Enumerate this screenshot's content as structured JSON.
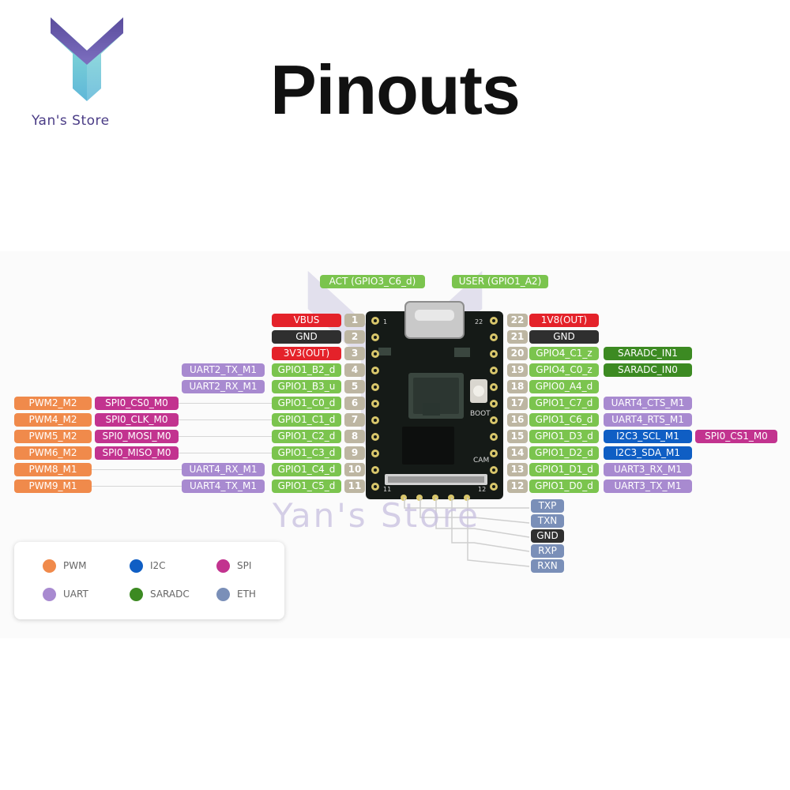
{
  "title": "Pinouts",
  "brand": {
    "name": "Yan's Store",
    "watermark": "Yan's Store"
  },
  "colors": {
    "gpio": "#7bc44e",
    "uart": "#a88ad0",
    "spi": "#c2338f",
    "pwm": "#f08a4b",
    "power": "#e4222a",
    "ground": "#2f2f2f",
    "saradc": "#3c8a22",
    "i2c": "#0f5ec4",
    "eth": "#7a8fb8",
    "pin_number": "#bdb6a2",
    "board": "#151a17"
  },
  "leds": [
    {
      "label": "ACT (GPIO3_C6_d)",
      "color": "gpio"
    },
    {
      "label": "USER (GPIO1_A2)",
      "color": "gpio"
    }
  ],
  "left_pins": [
    {
      "num": "1",
      "labels": [
        {
          "text": "VBUS",
          "type": "power"
        }
      ]
    },
    {
      "num": "2",
      "labels": [
        {
          "text": "GND",
          "type": "ground"
        }
      ]
    },
    {
      "num": "3",
      "labels": [
        {
          "text": "3V3(OUT)",
          "type": "power"
        }
      ]
    },
    {
      "num": "4",
      "labels": [
        {
          "text": "GPIO1_B2_d",
          "type": "gpio"
        },
        {
          "text": "UART2_TX_M1",
          "type": "uart"
        }
      ]
    },
    {
      "num": "5",
      "labels": [
        {
          "text": "GPIO1_B3_u",
          "type": "gpio"
        },
        {
          "text": "UART2_RX_M1",
          "type": "uart"
        }
      ]
    },
    {
      "num": "6",
      "labels": [
        {
          "text": "GPIO1_C0_d",
          "type": "gpio"
        },
        {
          "text": "SPI0_CS0_M0",
          "type": "spi"
        },
        {
          "text": "PWM2_M2",
          "type": "pwm"
        }
      ]
    },
    {
      "num": "7",
      "labels": [
        {
          "text": "GPIO1_C1_d",
          "type": "gpio"
        },
        {
          "text": "SPI0_CLK_M0",
          "type": "spi"
        },
        {
          "text": "PWM4_M2",
          "type": "pwm"
        }
      ]
    },
    {
      "num": "8",
      "labels": [
        {
          "text": "GPIO1_C2_d",
          "type": "gpio"
        },
        {
          "text": "SPI0_MOSI_M0",
          "type": "spi"
        },
        {
          "text": "PWM5_M2",
          "type": "pwm"
        }
      ]
    },
    {
      "num": "9",
      "labels": [
        {
          "text": "GPIO1_C3_d",
          "type": "gpio"
        },
        {
          "text": "SPI0_MISO_M0",
          "type": "spi"
        },
        {
          "text": "PWM6_M2",
          "type": "pwm"
        }
      ]
    },
    {
      "num": "10",
      "labels": [
        {
          "text": "GPIO1_C4_d",
          "type": "gpio"
        },
        {
          "text": "UART4_RX_M1",
          "type": "uart"
        },
        {
          "text": "PWM8_M1",
          "type": "pwm"
        }
      ]
    },
    {
      "num": "11",
      "labels": [
        {
          "text": "GPIO1_C5_d",
          "type": "gpio"
        },
        {
          "text": "UART4_TX_M1",
          "type": "uart"
        },
        {
          "text": "PWM9_M1",
          "type": "pwm"
        }
      ]
    }
  ],
  "right_pins": [
    {
      "num": "22",
      "labels": [
        {
          "text": "1V8(OUT)",
          "type": "power"
        }
      ]
    },
    {
      "num": "21",
      "labels": [
        {
          "text": "GND",
          "type": "ground"
        }
      ]
    },
    {
      "num": "20",
      "labels": [
        {
          "text": "GPIO4_C1_z",
          "type": "gpio"
        },
        {
          "text": "SARADC_IN1",
          "type": "saradc"
        }
      ]
    },
    {
      "num": "19",
      "labels": [
        {
          "text": "GPIO4_C0_z",
          "type": "gpio"
        },
        {
          "text": "SARADC_IN0",
          "type": "saradc"
        }
      ]
    },
    {
      "num": "18",
      "labels": [
        {
          "text": "GPIO0_A4_d",
          "type": "gpio"
        }
      ]
    },
    {
      "num": "17",
      "labels": [
        {
          "text": "GPIO1_C7_d",
          "type": "gpio"
        },
        {
          "text": "UART4_CTS_M1",
          "type": "uart"
        }
      ]
    },
    {
      "num": "16",
      "labels": [
        {
          "text": "GPIO1_C6_d",
          "type": "gpio"
        },
        {
          "text": "UART4_RTS_M1",
          "type": "uart"
        }
      ]
    },
    {
      "num": "15",
      "labels": [
        {
          "text": "GPIO1_D3_d",
          "type": "gpio"
        },
        {
          "text": "I2C3_SCL_M1",
          "type": "i2c"
        },
        {
          "text": "SPI0_CS1_M0",
          "type": "spi"
        }
      ]
    },
    {
      "num": "14",
      "labels": [
        {
          "text": "GPIO1_D2_d",
          "type": "gpio"
        },
        {
          "text": "I2C3_SDA_M1",
          "type": "i2c"
        }
      ]
    },
    {
      "num": "13",
      "labels": [
        {
          "text": "GPIO1_D1_d",
          "type": "gpio"
        },
        {
          "text": "UART3_RX_M1",
          "type": "uart"
        }
      ]
    },
    {
      "num": "12",
      "labels": [
        {
          "text": "GPIO1_D0_d",
          "type": "gpio"
        },
        {
          "text": "UART3_TX_M1",
          "type": "uart"
        }
      ]
    }
  ],
  "eth_pins": [
    {
      "text": "TXP",
      "type": "eth"
    },
    {
      "text": "TXN",
      "type": "eth"
    },
    {
      "text": "GND",
      "type": "ground"
    },
    {
      "text": "RXP",
      "type": "eth"
    },
    {
      "text": "RXN",
      "type": "eth"
    }
  ],
  "board_labels": {
    "boot": "BOOT",
    "cam": "CAM",
    "pin1": "1",
    "pin22": "22",
    "pin11": "11",
    "pin12": "12"
  },
  "legend": [
    {
      "label": "PWM",
      "color": "#f08a4b"
    },
    {
      "label": "I2C",
      "color": "#0f5ec4"
    },
    {
      "label": "SPI",
      "color": "#c2338f"
    },
    {
      "label": "UART",
      "color": "#a88ad0"
    },
    {
      "label": "SARADC",
      "color": "#3c8a22"
    },
    {
      "label": "ETH",
      "color": "#7a8fb8"
    }
  ]
}
